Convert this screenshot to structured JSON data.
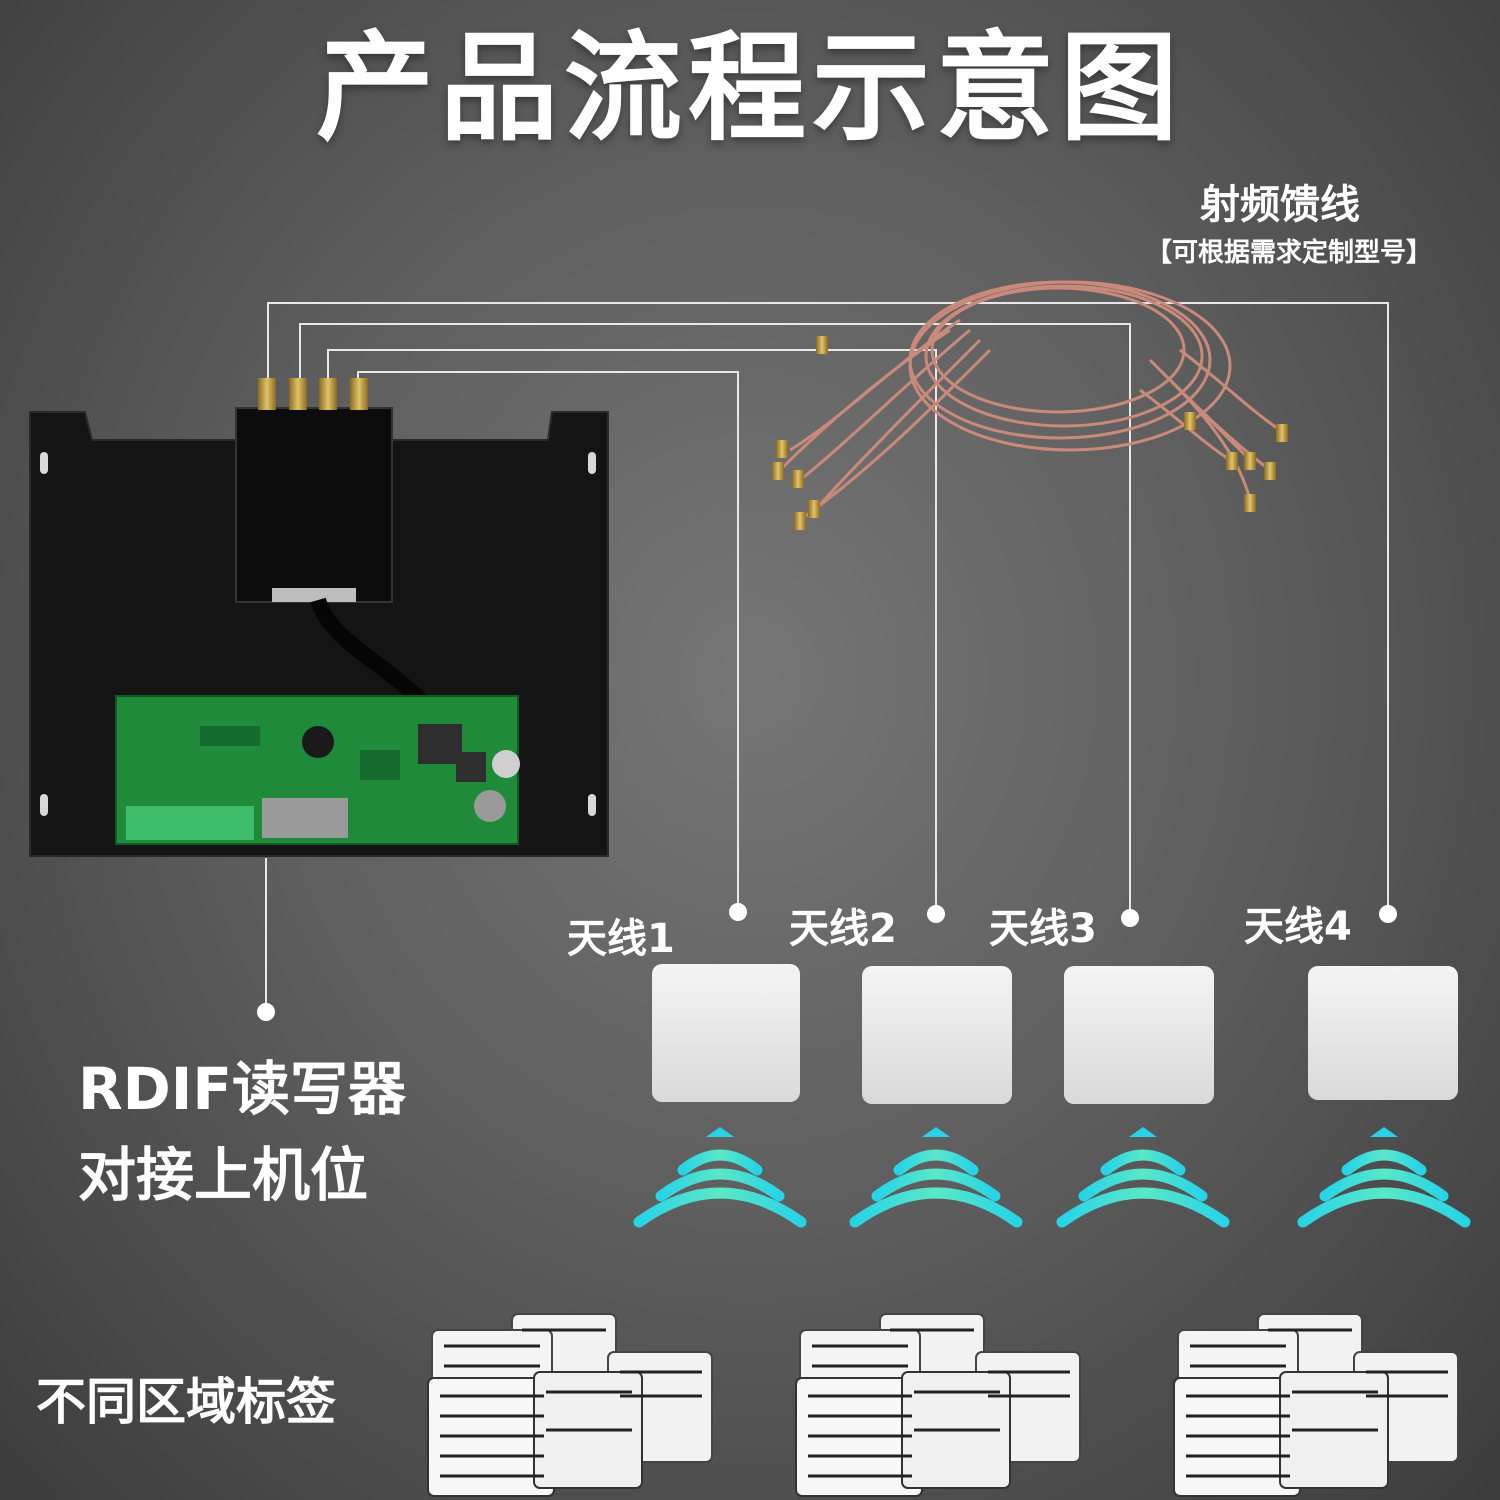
{
  "title": "产品流程示意图",
  "feeder": {
    "title": "射频馈线",
    "note": "【可根据需求定制型号】"
  },
  "reader": {
    "line1": "RDIF读写器",
    "line2": "对接上机位"
  },
  "antennas": [
    {
      "label": "天线1"
    },
    {
      "label": "天线2"
    },
    {
      "label": "天线3"
    },
    {
      "label": "天线4"
    }
  ],
  "tags": {
    "label": "不同区域标签"
  },
  "colors": {
    "background": "#5f5f5f",
    "line": "#e8e8e8",
    "signal": "#27c6d6",
    "antenna": "#ececec",
    "pcb": "#1f8a3a",
    "cable": "#c98a7a"
  }
}
